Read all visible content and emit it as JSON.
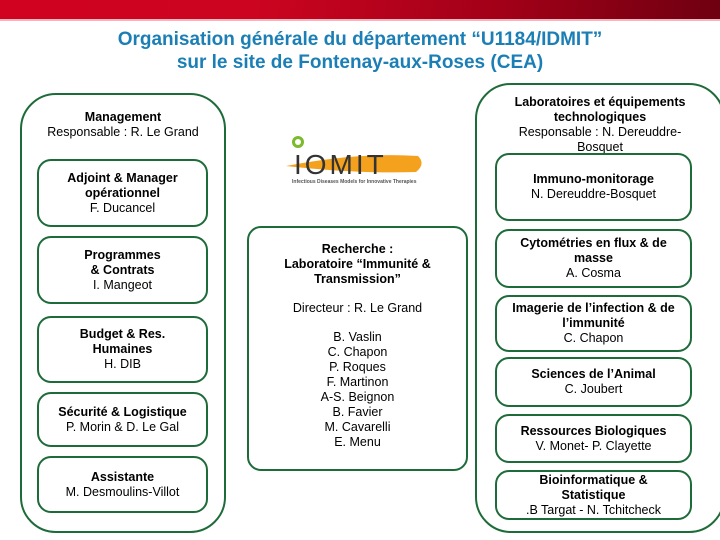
{
  "title": {
    "line1": "Organisation générale du département “U1184/IDMIT”",
    "line2": "sur le site de Fontenay-aux-Roses (CEA)"
  },
  "logo": {
    "text": "IDMIT",
    "subtitle": "Infectious Diseases Models for Innovative Therapies"
  },
  "management": {
    "title": "Management",
    "subtitle": "Responsable : R. Le Grand",
    "boxes": [
      {
        "title": "Adjoint & Manager opérationnel",
        "person": "F. Ducancel"
      },
      {
        "title": "Programmes & Contrats",
        "person": "I. Mangeot"
      },
      {
        "title": "Budget & Res. Humaines",
        "person": "H. DIB"
      },
      {
        "title": "Sécurité & Logistique",
        "person": "P. Morin & D. Le Gal"
      },
      {
        "title": "Assistante",
        "person": "M. Desmoulins-Villot"
      }
    ]
  },
  "research": {
    "title": "Recherche :",
    "title2": "Laboratoire “Immunité & Transmission”",
    "director": "Directeur : R. Le Grand",
    "members": [
      "B. Vaslin",
      "C. Chapon",
      "P. Roques",
      "F. Martinon",
      "A-S. Beignon",
      "B. Favier",
      "M. Cavarelli",
      "E. Menu"
    ]
  },
  "labs": {
    "title": "Laboratoires et équipements technologiques",
    "subtitle": "Responsable : N. Dereuddre-Bosquet",
    "boxes": [
      {
        "title": "Immuno-monitorage",
        "person": "N. Dereuddre-Bosquet"
      },
      {
        "title": "Cytométries en flux & de masse",
        "person": "A. Cosma"
      },
      {
        "title": "Imagerie de l’infection & de l’immunité",
        "person": "C. Chapon"
      },
      {
        "title": "Sciences de l’Animal",
        "person": "C. Joubert"
      },
      {
        "title": "Ressources Biologiques",
        "person": "V. Monet- P. Clayette"
      },
      {
        "title": "Bioinformatique & Statistique",
        "person": ".B Targat - N. Tchitcheck"
      }
    ]
  }
}
